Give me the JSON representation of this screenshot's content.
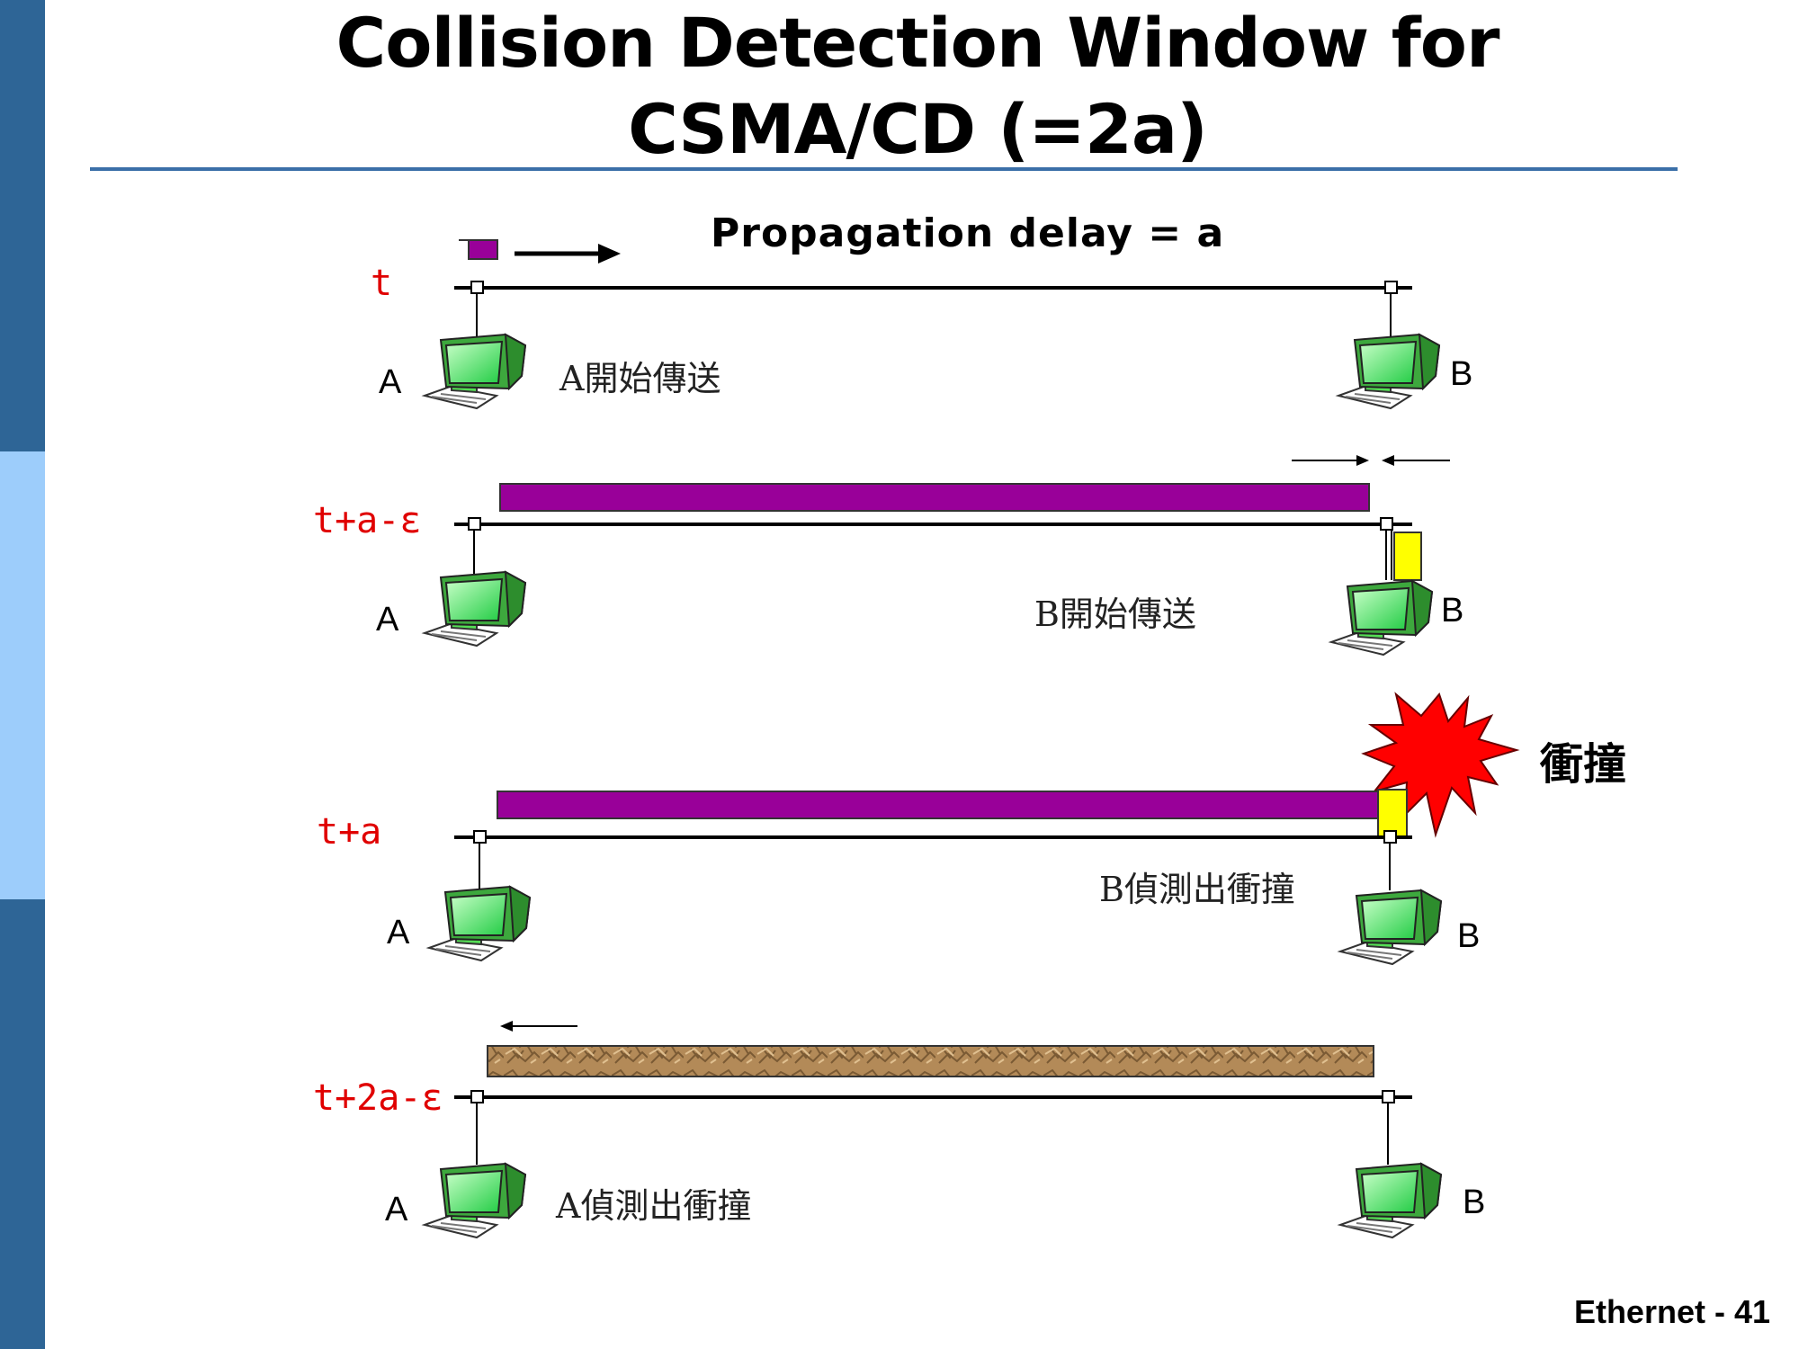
{
  "slide": {
    "title_line1": "Collision Detection Window for",
    "title_line2": "CSMA/CD (=2a)",
    "footer": "Ethernet - 41"
  },
  "diagram": {
    "propagation_label": "Propagation delay = a",
    "collision_label": "衝撞",
    "panels": [
      {
        "time": "t",
        "station_a": "A",
        "station_b": "B",
        "event": "A開始傳送"
      },
      {
        "time": "t+a-ε",
        "station_a": "A",
        "station_b": "B",
        "event": "B開始傳送"
      },
      {
        "time": "t+a",
        "station_a": "A",
        "station_b": "B",
        "event": "B偵測出衝撞"
      },
      {
        "time": "t+2a-ε",
        "station_a": "A",
        "station_b": "B",
        "event": "A偵測出衝撞"
      }
    ],
    "colors": {
      "frame_a": "#990099",
      "frame_b": "#ffff00",
      "jam": "#b38a58",
      "burst": "#ff0000",
      "time_label": "#e00000",
      "accent": "#2e6596"
    }
  }
}
